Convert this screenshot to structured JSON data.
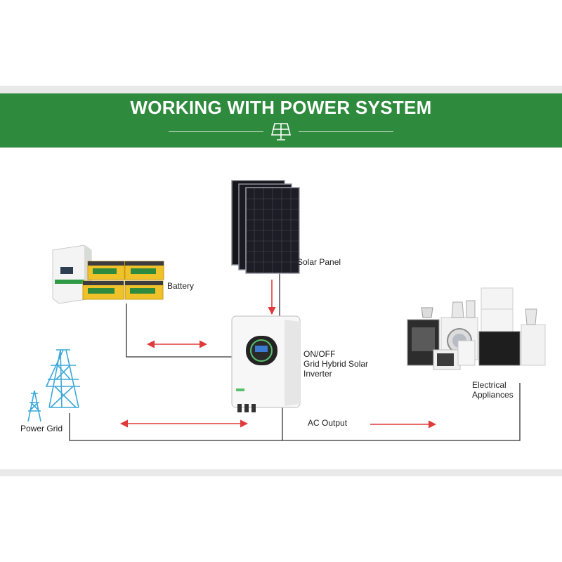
{
  "banner": {
    "title": "WORKING WITH POWER SYSTEM",
    "icon": "solar-panel-icon"
  },
  "labels": {
    "solar_panel": "Solar Panel",
    "battery": "Battery",
    "inverter_line1": "ON/OFF",
    "inverter_line2": "Grid Hybrid Solar",
    "inverter_line3": "Inverter",
    "electrical_line1": "Electrical",
    "electrical_line2": "Appliances",
    "power_grid": "Power Grid",
    "ac_output": "AC Output"
  },
  "colors": {
    "banner_green": "#2e8a3c",
    "arrow_red": "#e03a3a",
    "line": "#333333"
  }
}
